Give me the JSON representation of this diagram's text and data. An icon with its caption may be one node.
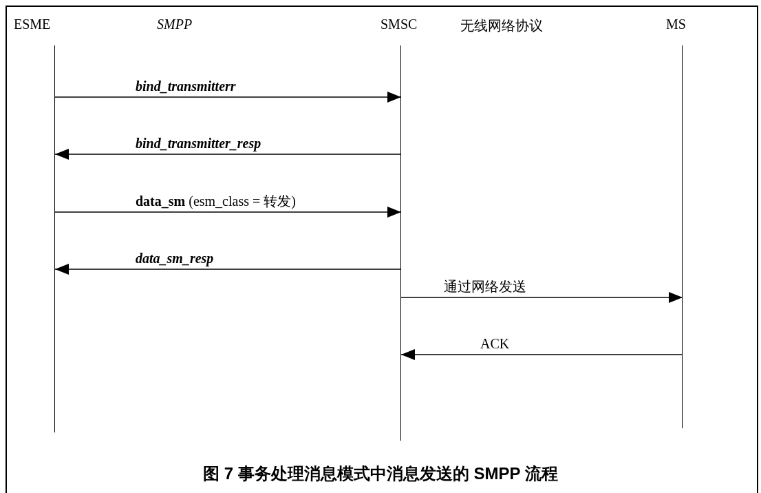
{
  "diagram": {
    "caption": "图 7 事务处理消息模式中消息发送的 SMPP 流程",
    "nodes": [
      {
        "text": [
          "ESME"
        ]
      },
      {
        "text": [
          "SMSC"
        ]
      },
      {
        "text": [
          "MS"
        ]
      }
    ],
    "edges": [
      {
        "from": 0,
        "to": 1,
        "arrow": "to",
        "label": "bind_transmitterr"
      },
      {
        "from": 1,
        "to": 0,
        "arrow": "to",
        "label": "bind_transmitter_resp"
      },
      {
        "from": 0,
        "to": 1,
        "arrow": "to",
        "label": "**data_sm** (esm_class = 转发)"
      },
      {
        "from": 1,
        "to": 0,
        "arrow": "to",
        "label": "data_sm_resp"
      },
      {
        "from": 1,
        "to": 2,
        "arrow": "to",
        "label": "通过网络发送"
      },
      {
        "from": 2,
        "to": 1,
        "arrow": "to",
        "label": "ACK"
      }
    ],
    "labels": [
      "SMPP",
      "无线网络协议"
    ]
  }
}
